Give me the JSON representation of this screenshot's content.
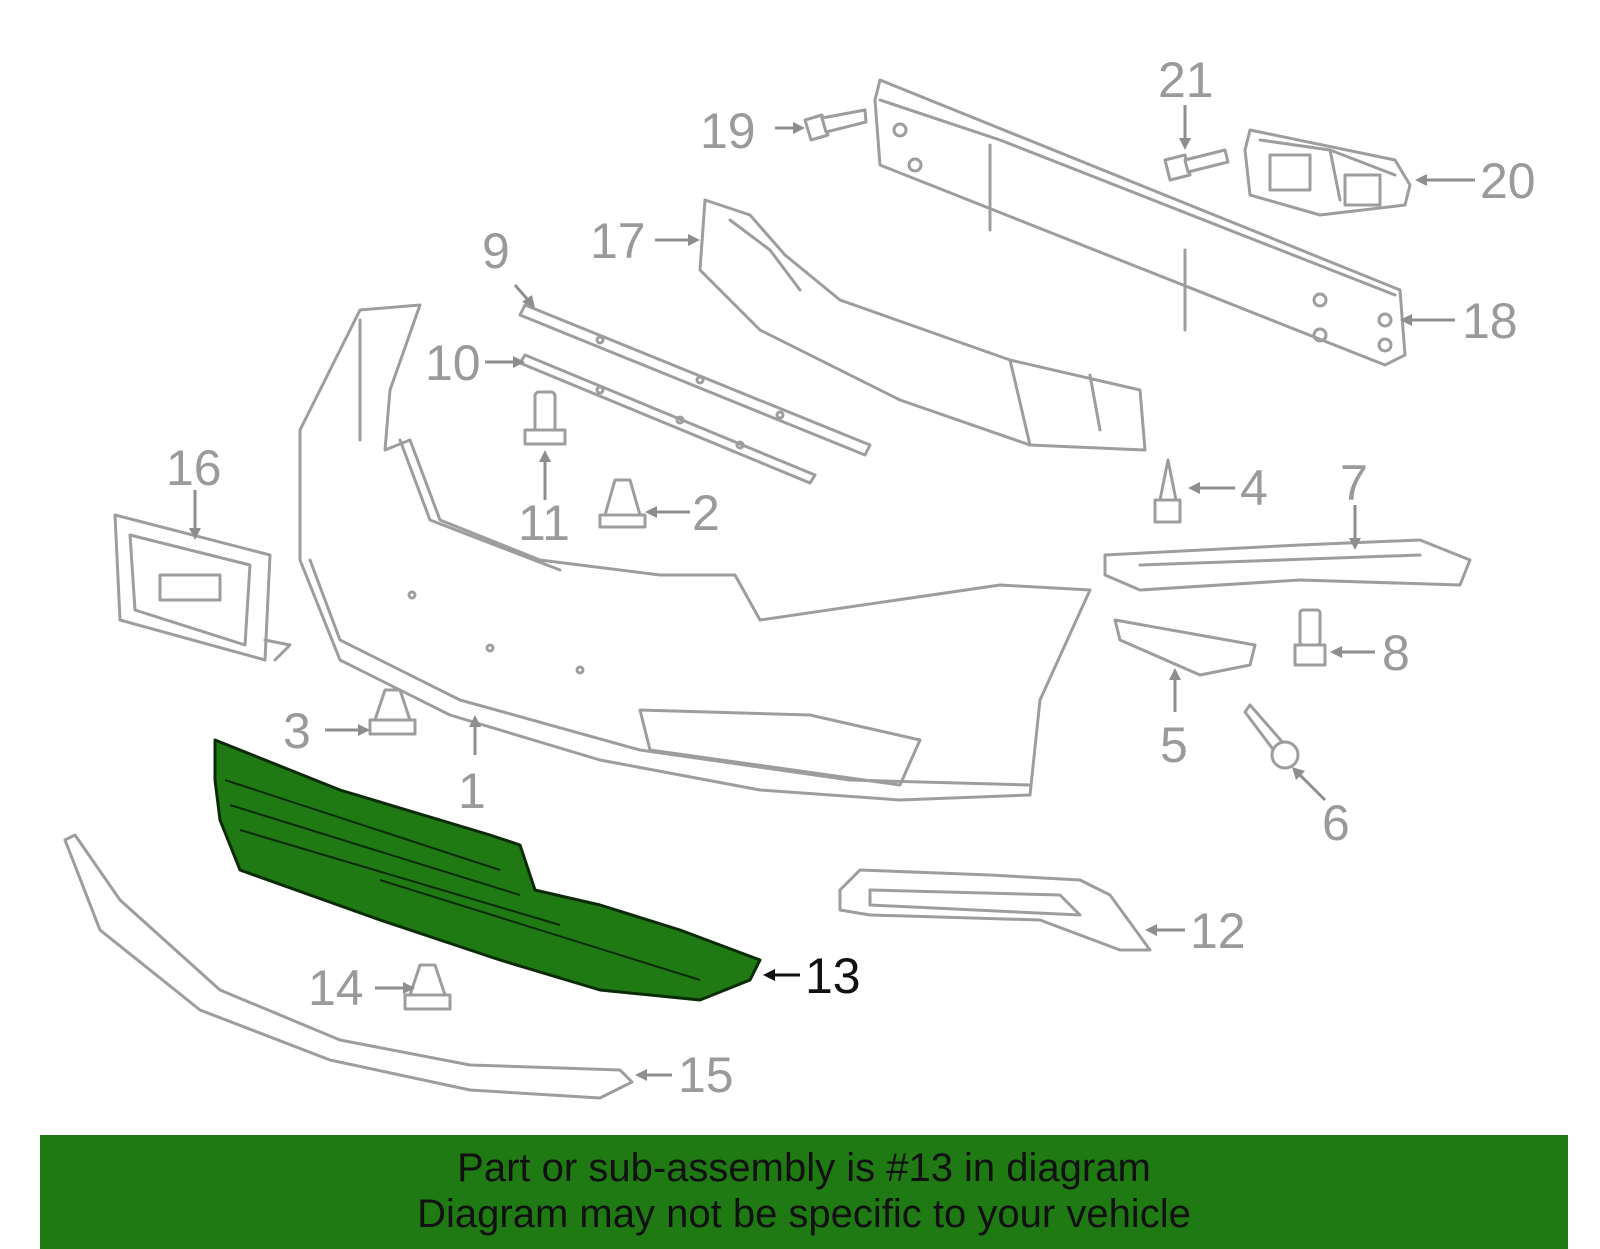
{
  "diagram": {
    "highlight_color": "#1f7a14",
    "callouts": {
      "c1": "1",
      "c2": "2",
      "c3": "3",
      "c4": "4",
      "c5": "5",
      "c6": "6",
      "c7": "7",
      "c8": "8",
      "c9": "9",
      "c10": "10",
      "c11": "11",
      "c12": "12",
      "c13": "13",
      "c14": "14",
      "c15": "15",
      "c16": "16",
      "c17": "17",
      "c18": "18",
      "c19": "19",
      "c20": "20",
      "c21": "21"
    }
  },
  "banner": {
    "line1": "Part or sub-assembly is #13 in diagram",
    "line2": "Diagram may not be specific to your vehicle",
    "background": "#1f7a14"
  }
}
